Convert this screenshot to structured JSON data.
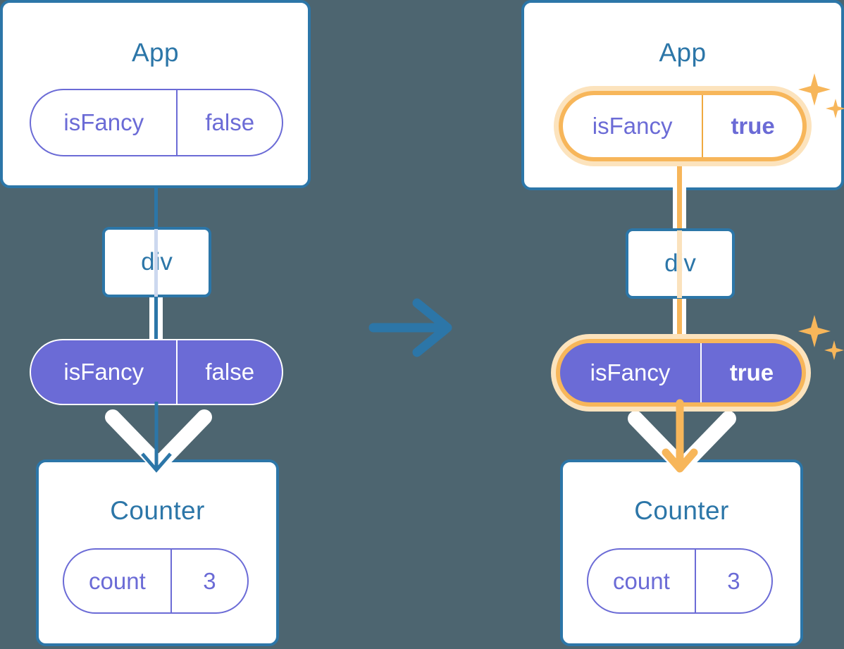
{
  "meta": {
    "diagram_type": "react-state-propagation",
    "background_color": "#4d6570",
    "blue": "#2c76a8",
    "purple": "#6b6bd6",
    "orange": "#f7b65a",
    "orange_glow": "#fce3bd",
    "white": "#ffffff"
  },
  "left": {
    "app": {
      "title": "App",
      "state": {
        "name": "isFancy",
        "value": "false"
      }
    },
    "div": {
      "label": "div"
    },
    "prop": {
      "name": "isFancy",
      "value": "false"
    },
    "counter": {
      "title": "Counter",
      "state": {
        "name": "count",
        "value": "3"
      }
    }
  },
  "right": {
    "app": {
      "title": "App",
      "state": {
        "name": "isFancy",
        "value": "true"
      }
    },
    "div": {
      "label": "div"
    },
    "prop": {
      "name": "isFancy",
      "value": "true"
    },
    "counter": {
      "title": "Counter",
      "state": {
        "name": "count",
        "value": "3"
      }
    }
  },
  "transition": {
    "icon": "arrow-right-icon"
  },
  "sparkle_icons": {
    "app_pill": "sparkle-icon",
    "prop_pill": "sparkle-icon"
  }
}
